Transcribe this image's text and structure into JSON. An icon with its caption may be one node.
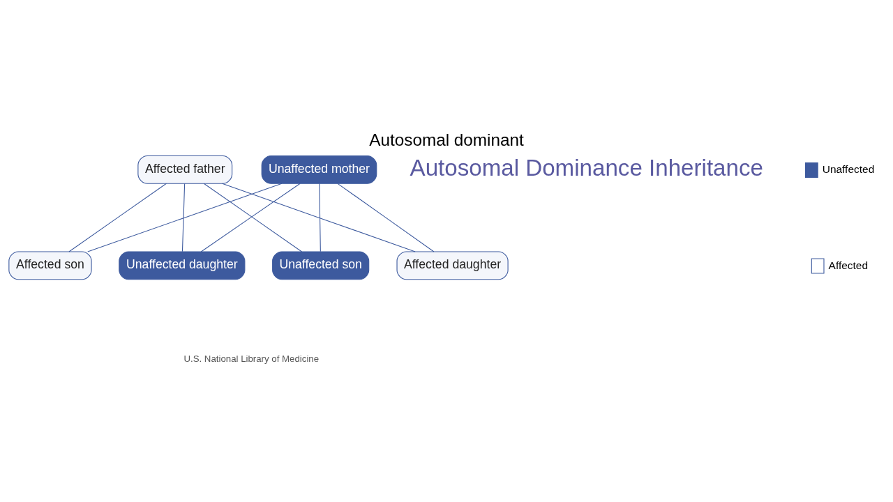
{
  "diagram": {
    "title": "Autosomal dominant",
    "caption": "U.S. National Library of Medicine",
    "nodes": [
      {
        "text": [
          "Affected father"
        ]
      },
      {
        "text": [
          "Unaffected mother"
        ]
      },
      {
        "text": [
          "Affected son"
        ]
      },
      {
        "text": [
          "Unaffected daughter"
        ]
      },
      {
        "text": [
          "Unaffected son"
        ]
      },
      {
        "text": [
          "Affected daughter"
        ]
      }
    ],
    "edges": [
      {
        "from": 0,
        "to": 2,
        "arrow": "none"
      },
      {
        "from": 0,
        "to": 3,
        "arrow": "none"
      },
      {
        "from": 0,
        "to": 4,
        "arrow": "none"
      },
      {
        "from": 0,
        "to": 5,
        "arrow": "none"
      },
      {
        "from": 1,
        "to": 2,
        "arrow": "none"
      },
      {
        "from": 1,
        "to": 3,
        "arrow": "none"
      },
      {
        "from": 1,
        "to": 4,
        "arrow": "none"
      },
      {
        "from": 1,
        "to": 5,
        "arrow": "none"
      }
    ],
    "labels": [
      "Autosomal Dominance Inheritance"
    ],
    "legend": [
      {
        "text": "Unaffected",
        "color": "#3d5a9e"
      },
      {
        "text": "Affected"
      }
    ]
  }
}
